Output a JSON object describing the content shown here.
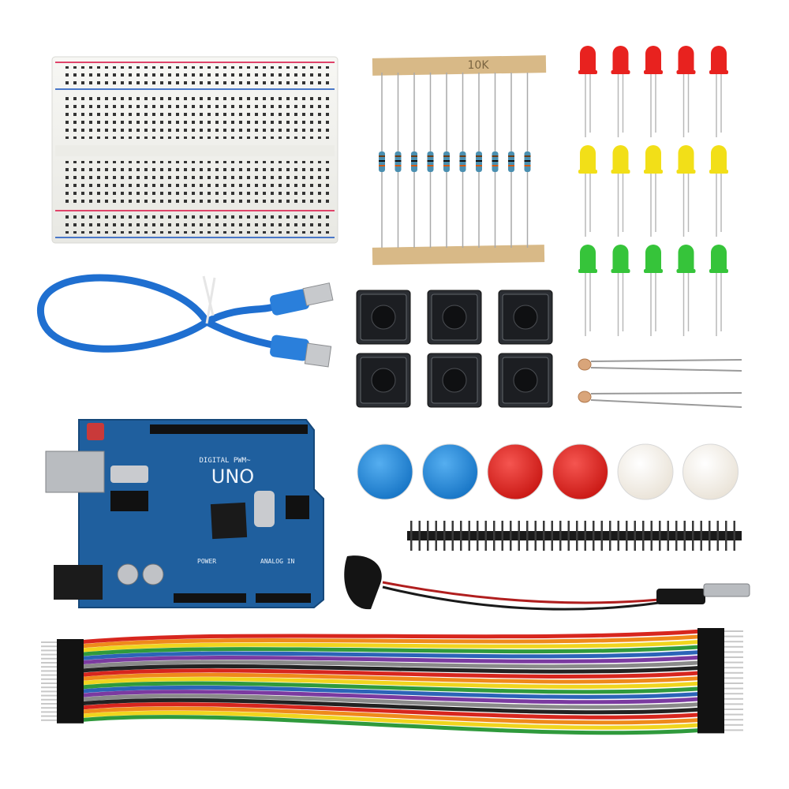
{
  "photo": {
    "background_color": "#ffffff"
  },
  "board": {
    "label": "UNO",
    "digital_label": "DIGITAL PWM~",
    "power_label": "POWER",
    "analog_label": "ANALOG IN",
    "pcb_color": "#1f5f9e"
  },
  "resistors": {
    "tape_label": "10K",
    "count": 10
  },
  "leds": {
    "colors": [
      "#e8221f",
      "#f2df18",
      "#36c43a"
    ],
    "per_row": 5
  },
  "push_buttons": {
    "count": 6
  },
  "button_caps": {
    "colors": [
      "#1f86d8",
      "#1f86d8",
      "#e2211f",
      "#e2211f",
      "#f4efe6",
      "#f4efe6"
    ]
  },
  "jumper_wires": {
    "colors": [
      "#d7261e",
      "#ef8a1b",
      "#f0d51e",
      "#2f9a3c",
      "#2c64b8",
      "#7b3aa0",
      "#8a8a8a",
      "#222222"
    ]
  }
}
